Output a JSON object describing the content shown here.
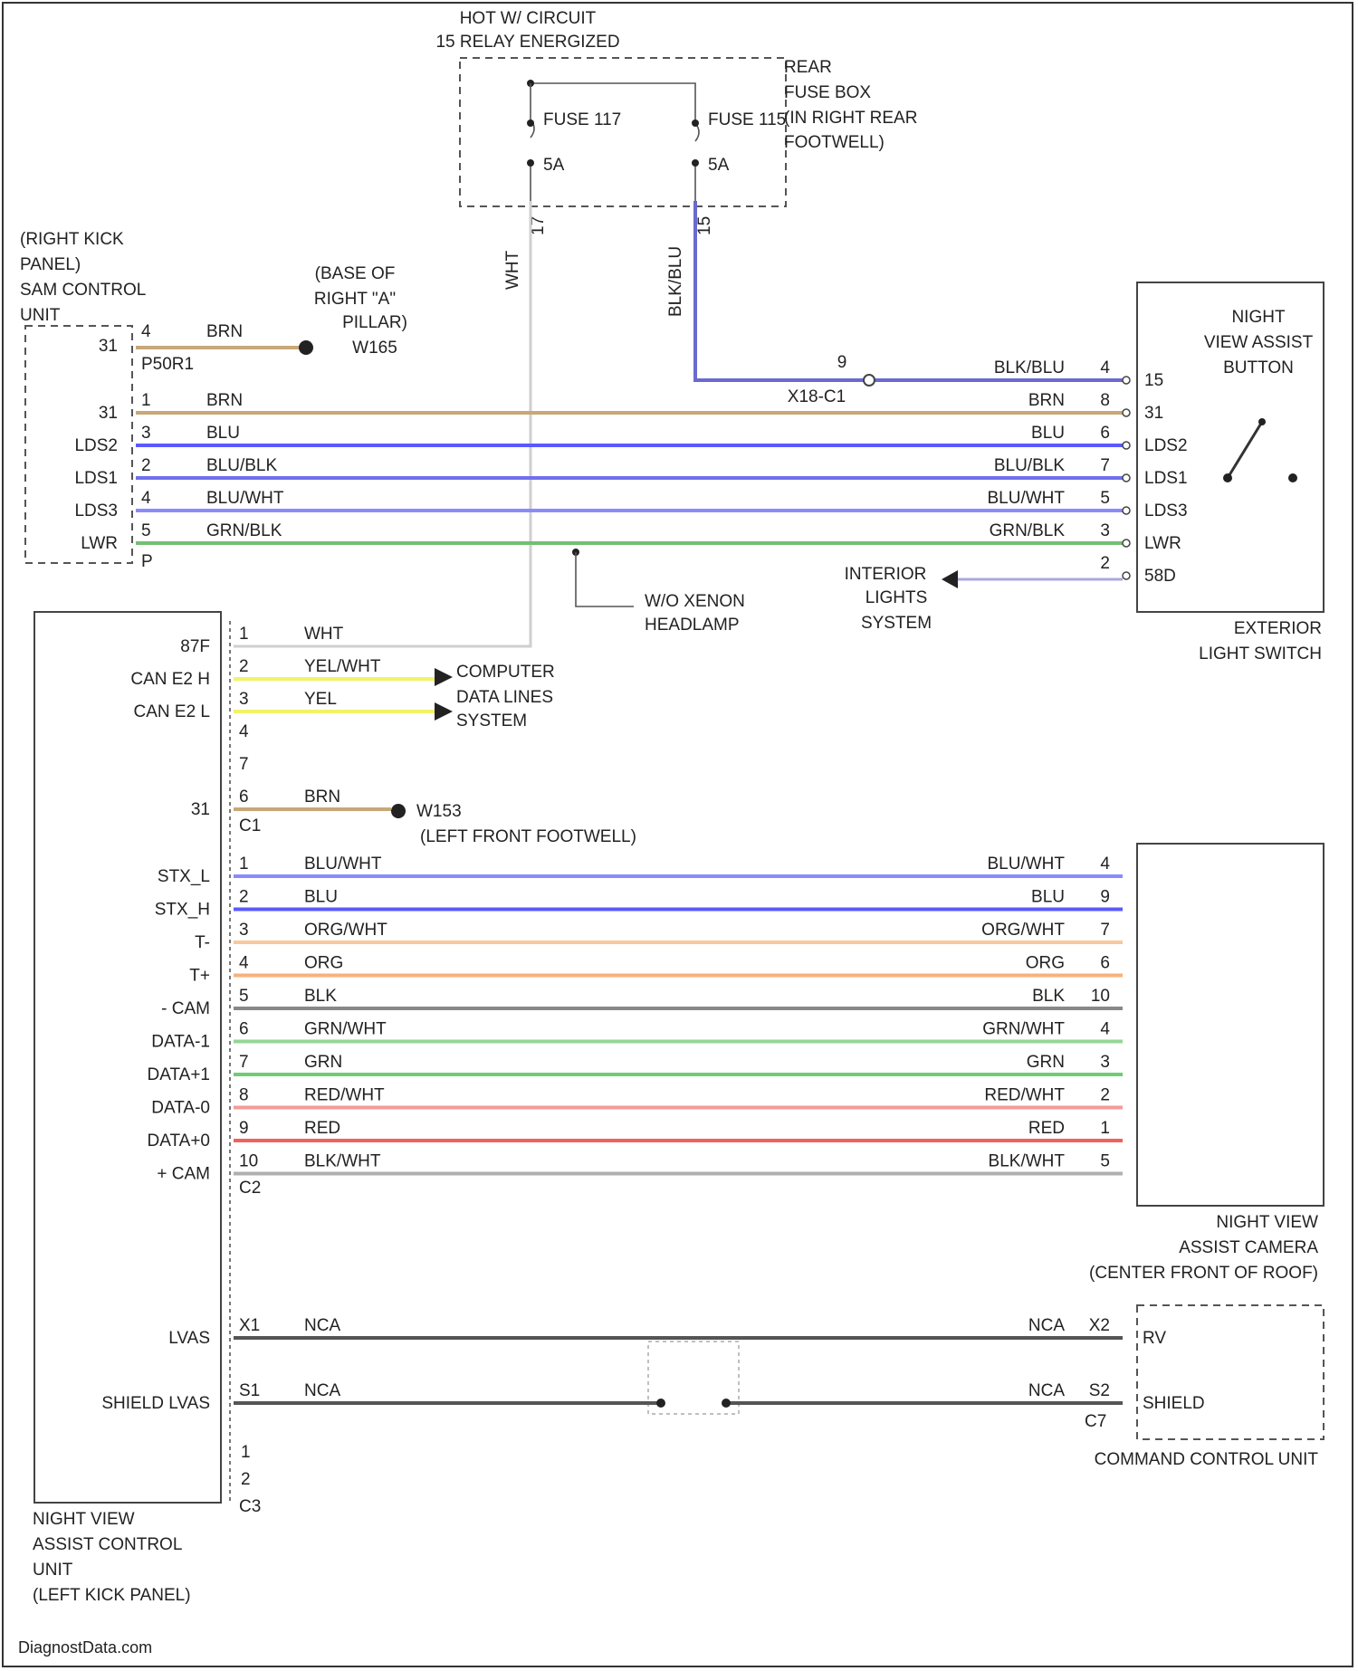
{
  "header": {
    "hot_line1": "HOT W/ CIRCUIT",
    "hot_line2": "15 RELAY ENERGIZED"
  },
  "fusebox": {
    "label": [
      "REAR",
      "FUSE BOX",
      "(IN RIGHT REAR",
      "FOOTWELL)"
    ],
    "fuse_a": "FUSE 117",
    "fuse_a_rating": "5A",
    "fuse_b": "FUSE 115",
    "fuse_b_rating": "5A",
    "wire_a_color": "WHT",
    "wire_a_pin": "17",
    "wire_b_color": "BLK/BLU",
    "wire_b_pin": "15"
  },
  "sam": {
    "label": [
      "(RIGHT KICK",
      "PANEL)",
      "SAM CONTROL",
      "UNIT"
    ],
    "ground_label": [
      "(BASE OF",
      "RIGHT \"A\"",
      "PILLAR)",
      "W165"
    ],
    "ground_pin": "4",
    "ground_color": "BRN",
    "ground_terminal": "31",
    "connector": "P50R1",
    "connector_end": "P",
    "pins": [
      {
        "name": "31",
        "pin": "1",
        "color": "BRN"
      },
      {
        "name": "LDS2",
        "pin": "3",
        "color": "BLU"
      },
      {
        "name": "LDS1",
        "pin": "2",
        "color": "BLU/BLK"
      },
      {
        "name": "LDS3",
        "pin": "4",
        "color": "BLU/WHT"
      },
      {
        "name": "LWR",
        "pin": "5",
        "color": "GRN/BLK"
      }
    ]
  },
  "switch": {
    "label": [
      "NIGHT",
      "VIEW ASSIST",
      "BUTTON"
    ],
    "exterior_label": [
      "EXTERIOR",
      "LIGHT SWITCH"
    ],
    "splice_pin": "9",
    "splice_label": "X18-C1",
    "pins": [
      {
        "name": "15",
        "pin": "4",
        "color": "BLK/BLU"
      },
      {
        "name": "31",
        "pin": "8",
        "color": "BRN"
      },
      {
        "name": "LDS2",
        "pin": "6",
        "color": "BLU"
      },
      {
        "name": "LDS1",
        "pin": "7",
        "color": "BLU/BLK"
      },
      {
        "name": "LDS3",
        "pin": "5",
        "color": "BLU/WHT"
      },
      {
        "name": "LWR",
        "pin": "3",
        "color": "GRN/BLK"
      },
      {
        "name": "58D",
        "pin": "2",
        "color": "GRY/BLU"
      }
    ],
    "interior": [
      "INTERIOR",
      "LIGHTS",
      "SYSTEM"
    ],
    "xenon": [
      "W/O XENON",
      "HEADLAMP"
    ]
  },
  "nva": {
    "label": [
      "NIGHT VIEW",
      "ASSIST CONTROL",
      "UNIT",
      "(LEFT KICK PANEL)"
    ],
    "c1_pins": [
      {
        "name": "87F",
        "pin": "1",
        "color": "WHT"
      },
      {
        "name": "CAN E2 H",
        "pin": "2",
        "color": "YEL/WHT"
      },
      {
        "name": "CAN E2 L",
        "pin": "3",
        "color": "YEL"
      },
      {
        "name": "",
        "pin": "4",
        "color": ""
      },
      {
        "name": "",
        "pin": "7",
        "color": ""
      },
      {
        "name": "31",
        "pin": "6",
        "color": "BRN"
      }
    ],
    "c1_label": "C1",
    "computer": [
      "COMPUTER",
      "DATA LINES",
      "SYSTEM"
    ],
    "ground2": [
      "W153",
      "(LEFT FRONT FOOTWELL)"
    ],
    "c2_label": "C2",
    "c3_label": "C3",
    "c3_pins": [
      "1",
      "2"
    ]
  },
  "camera": {
    "label": [
      "NIGHT VIEW",
      "ASSIST CAMERA",
      "(CENTER FRONT OF ROOF)"
    ],
    "wires": [
      {
        "name": "STX_L",
        "lp": "1",
        "color": "BLU/WHT",
        "rp": "4"
      },
      {
        "name": "STX_H",
        "lp": "2",
        "color": "BLU",
        "rp": "9"
      },
      {
        "name": "T-",
        "lp": "3",
        "color": "ORG/WHT",
        "rp": "7"
      },
      {
        "name": "T+",
        "lp": "4",
        "color": "ORG",
        "rp": "6"
      },
      {
        "name": "- CAM",
        "lp": "5",
        "color": "BLK",
        "rp": "10"
      },
      {
        "name": "DATA-1",
        "lp": "6",
        "color": "GRN/WHT",
        "rp": "4"
      },
      {
        "name": "DATA+1",
        "lp": "7",
        "color": "GRN",
        "rp": "3"
      },
      {
        "name": "DATA-0",
        "lp": "8",
        "color": "RED/WHT",
        "rp": "2"
      },
      {
        "name": "DATA+0",
        "lp": "9",
        "color": "RED",
        "rp": "1"
      },
      {
        "name": "+ CAM",
        "lp": "10",
        "color": "BLK/WHT",
        "rp": "5"
      }
    ]
  },
  "ccu": {
    "label": "COMMAND CONTROL UNIT",
    "connector": "C7",
    "wires": [
      {
        "name": "LVAS",
        "lp": "X1",
        "color": "NCA",
        "rp": "X2",
        "rname": "RV"
      },
      {
        "name": "SHIELD LVAS",
        "lp": "S1",
        "color": "NCA",
        "rp": "S2",
        "rname": "SHIELD"
      }
    ]
  },
  "footer": "DiagnostData.com",
  "colors": {
    "brn": "#c8a878",
    "blu": "#5a5aff",
    "blublk": "#7070ee",
    "bluwht": "#8a8aff",
    "grnblk": "#70c070",
    "grybl": "#a8a8dd",
    "blkblu": "#6a6ad0",
    "yel": "#f2f26a",
    "org": "#f5b37a",
    "orgwht": "#f8c89a",
    "blk": "#888888",
    "grnwht": "#94d694",
    "grn": "#70cc70",
    "redwht": "#f49a9a",
    "red": "#f06060",
    "blkwht": "#b0b0b0",
    "nca": "#555555"
  }
}
